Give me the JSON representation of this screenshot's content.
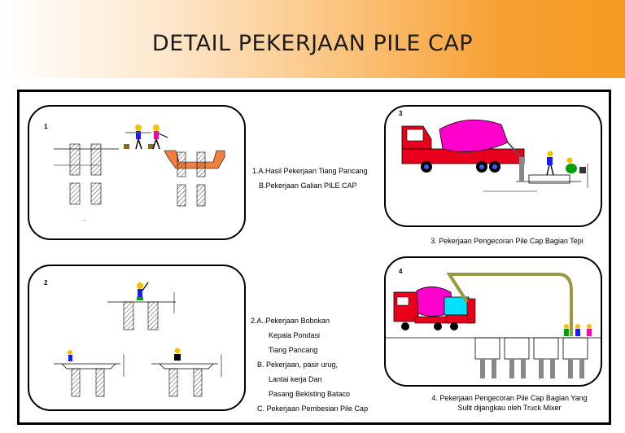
{
  "header": {
    "title": "DETAIL PEKERJAAN PILE CAP",
    "gradient_colors": [
      "#ffffff",
      "#f59a22"
    ]
  },
  "panels": [
    {
      "number": "1"
    },
    {
      "number": "2"
    },
    {
      "number": "3"
    },
    {
      "number": "4"
    }
  ],
  "captions": {
    "step1": [
      "1.A.Hasil Pekerjaan Tiang Pancang",
      "B.Pekerjaan Galian PILE CAP"
    ],
    "step2": [
      "2.A..Pekerjaan Bobokan",
      "Kepala Pondasi",
      "Tiang Pancang",
      "B. Pekerjaan, pasir urug,",
      "Lantai kerja Dan",
      "Pasang Bekisting Bataco",
      "C. Pekerjaan Pembesian Pile Cap"
    ],
    "step3": [
      "3. Pekerjaan Pengecoran Pile Cap Bagian Tepi"
    ],
    "step4": [
      "4. Pekerjaan Pengecoran Pile Cap Bagian Yang",
      "Sulit dijangkau oleh Truck Mixer"
    ]
  },
  "colors": {
    "truck_red": "#e8001c",
    "mixer_drum": "#ff00cc",
    "excavation": "#f08040",
    "worker_shirt": "#1a1aff",
    "worker_pink": "#ff00aa",
    "pump_pipe": "#9a9a40"
  }
}
